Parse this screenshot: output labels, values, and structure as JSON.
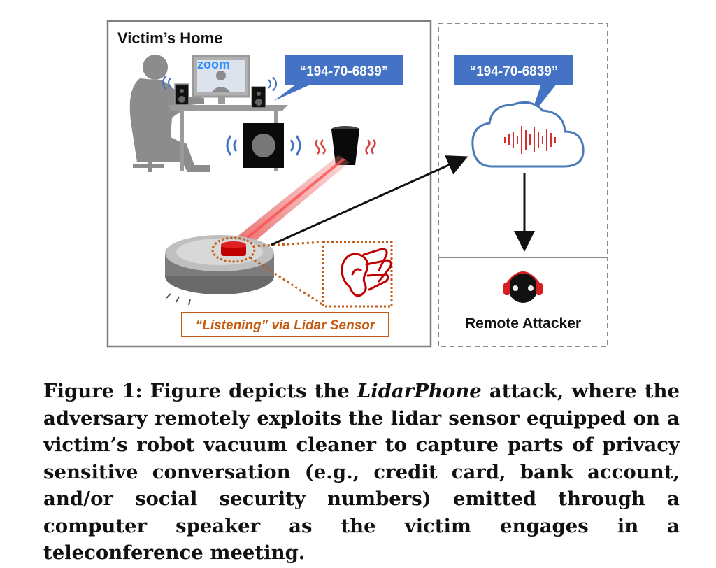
{
  "diagram": {
    "victim_home_label": "Victim’s Home",
    "zoom_logo": "zoom",
    "spoken_number_victim": "“194-70-6839”",
    "spoken_number_cloud": "“194-70-6839”",
    "lidar_label": "“Listening” via Lidar Sensor",
    "remote_attacker_label": "Remote Attacker",
    "colors": {
      "bubble_blue": "#4472c4",
      "silhouette_gray": "#8c8c8c",
      "laser_red": "#e04040",
      "label_orange": "#c55a11",
      "cloud_blue": "#4a7ab8",
      "headphone_red": "#d42020"
    },
    "icons": [
      "person-silhouette-icon",
      "monitor-icon",
      "speaker-icon",
      "subwoofer-icon",
      "cup-icon",
      "robot-vacuum-icon",
      "ear-icon",
      "cloud-icon",
      "attacker-icon"
    ]
  },
  "caption": {
    "prefix": "Figure 1: Figure depicts the ",
    "emphasis": "LidarPhone",
    "suffix": " attack, where the adversary remotely exploits the lidar sensor equipped on a victim’s robot vacuum cleaner to capture parts of privacy sensitive conversation (e.g., credit card, bank account, and/or social security numbers) emitted through a computer speaker as the victim engages in a teleconference meeting."
  }
}
